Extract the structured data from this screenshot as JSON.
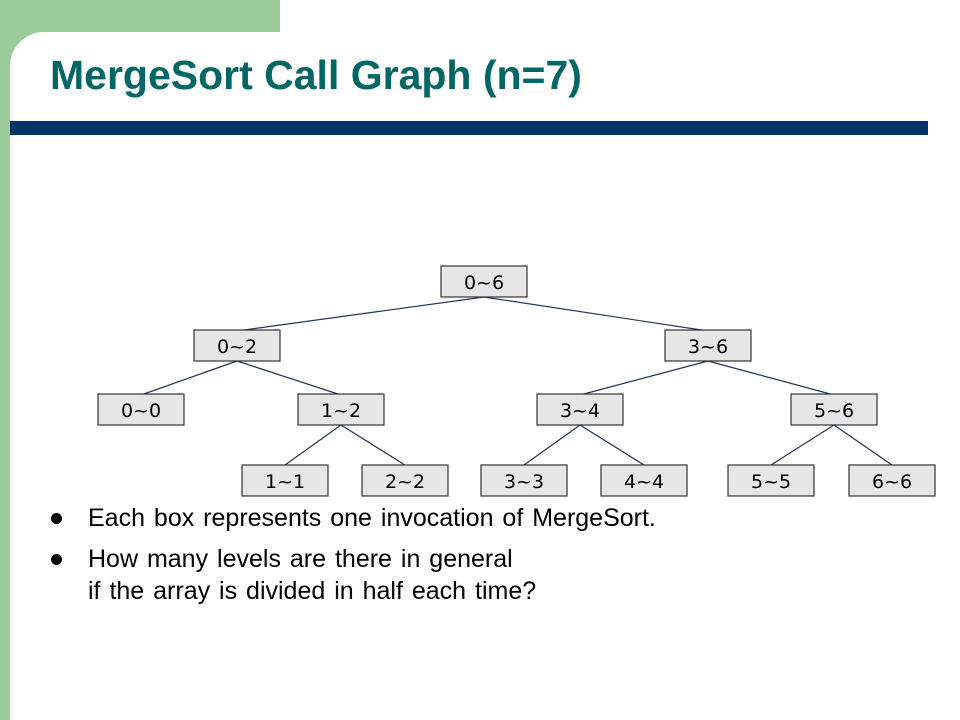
{
  "slide": {
    "title": "MergeSort Call Graph (n=7)"
  },
  "tree": {
    "nodes": [
      {
        "id": "n06",
        "label": "0~6",
        "level": 0,
        "parent": null
      },
      {
        "id": "n02",
        "label": "0~2",
        "level": 1,
        "parent": "n06"
      },
      {
        "id": "n36",
        "label": "3~6",
        "level": 1,
        "parent": "n06"
      },
      {
        "id": "n00",
        "label": "0~0",
        "level": 2,
        "parent": "n02"
      },
      {
        "id": "n12",
        "label": "1~2",
        "level": 2,
        "parent": "n02"
      },
      {
        "id": "n34",
        "label": "3~4",
        "level": 2,
        "parent": "n36"
      },
      {
        "id": "n56",
        "label": "5~6",
        "level": 2,
        "parent": "n36"
      },
      {
        "id": "n11",
        "label": "1~1",
        "level": 3,
        "parent": "n12"
      },
      {
        "id": "n22",
        "label": "2~2",
        "level": 3,
        "parent": "n12"
      },
      {
        "id": "n33",
        "label": "3~3",
        "level": 3,
        "parent": "n34"
      },
      {
        "id": "n44",
        "label": "4~4",
        "level": 3,
        "parent": "n34"
      },
      {
        "id": "n55",
        "label": "5~5",
        "level": 3,
        "parent": "n56"
      },
      {
        "id": "n66",
        "label": "6~6",
        "level": 3,
        "parent": "n56"
      }
    ]
  },
  "bullets": [
    {
      "lines": [
        "Each box represents one invocation of MergeSort."
      ]
    },
    {
      "lines": [
        "How many levels are there in general",
        "if the array is divided in half each time?"
      ]
    }
  ],
  "colors": {
    "accent_green": "#99cc99",
    "title": "#006666",
    "rule": "#003366",
    "box_fill": "#e6e6e6"
  }
}
